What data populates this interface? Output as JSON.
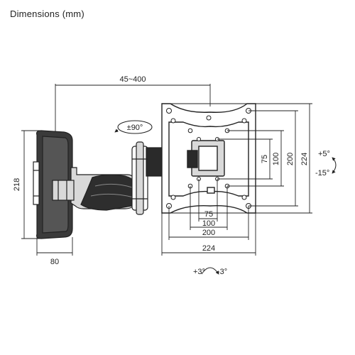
{
  "title": "Dimensions (mm)",
  "labels": {
    "arm_reach": "45~400",
    "swivel": "±90°",
    "wall_height": "218",
    "wall_width": "80",
    "tilt_up": "+5°",
    "tilt_down": "-15°",
    "rotate_plus": "+3°",
    "rotate_minus": "-3°",
    "vesa_h_75": "75",
    "vesa_h_100": "100",
    "vesa_h_200": "200",
    "vesa_h_224": "224",
    "vesa_v_75": "75",
    "vesa_v_100": "100",
    "vesa_v_200": "200",
    "vesa_v_224": "224"
  },
  "colors": {
    "line": "#222222",
    "arm_dark": "#2a2a2a",
    "arm_light": "#d9d9d9",
    "plate": "#ffffff"
  }
}
